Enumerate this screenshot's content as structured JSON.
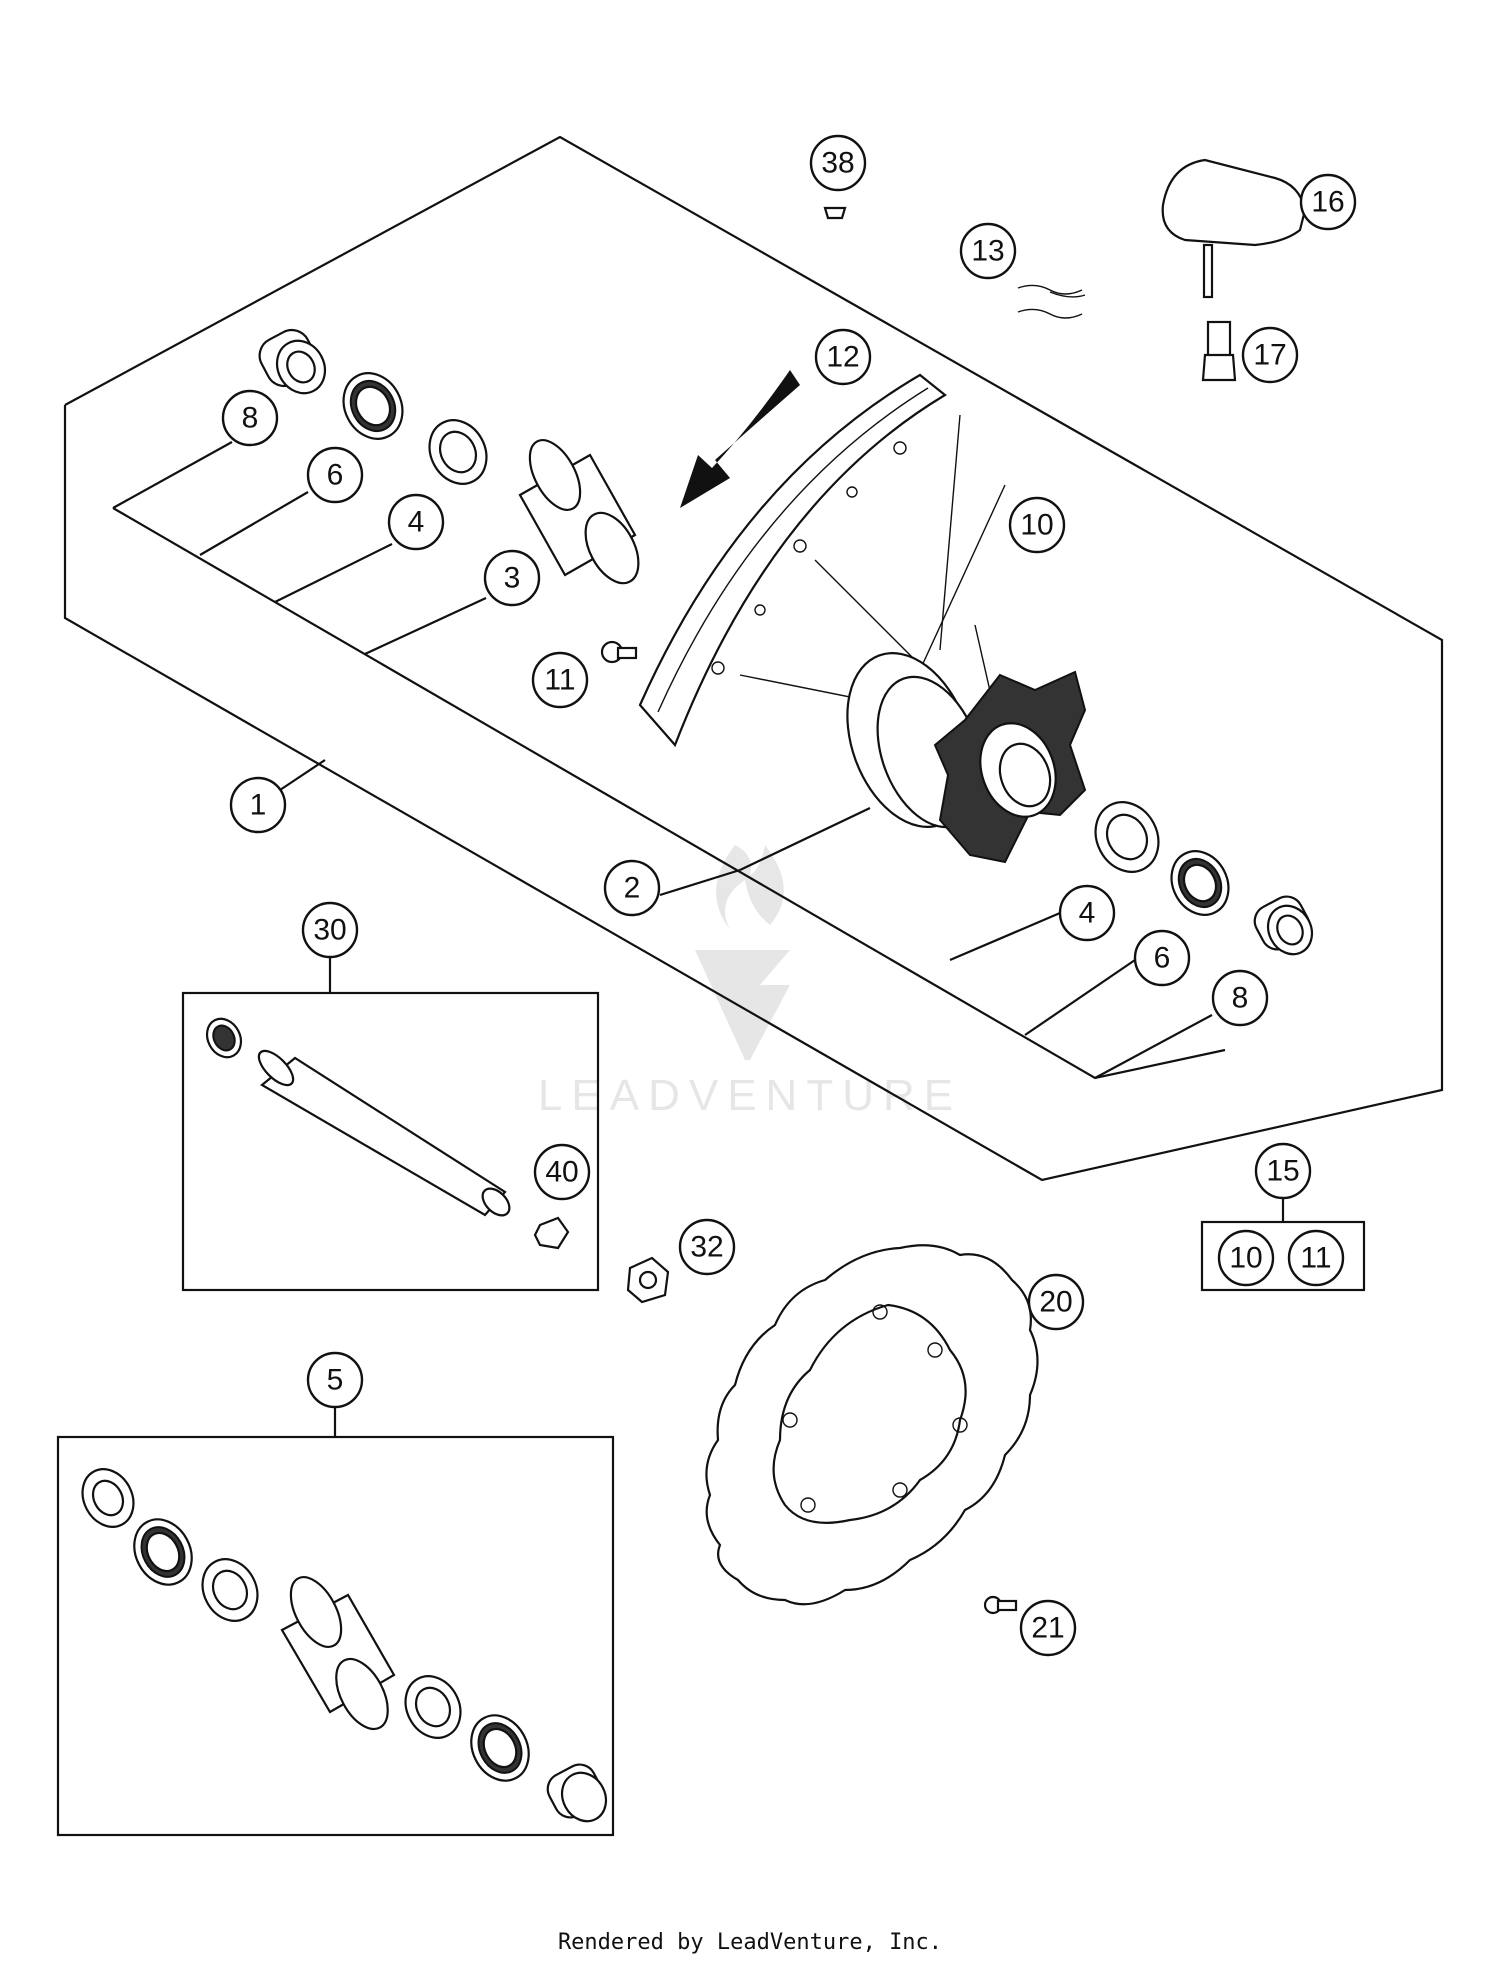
{
  "watermark": {
    "brand": "LEADVENTURE"
  },
  "footer": {
    "text": "Rendered by LeadVenture, Inc."
  },
  "callouts": [
    {
      "id": "c1",
      "label": "1"
    },
    {
      "id": "c2",
      "label": "2"
    },
    {
      "id": "c3",
      "label": "3"
    },
    {
      "id": "c4a",
      "label": "4"
    },
    {
      "id": "c4b",
      "label": "4"
    },
    {
      "id": "c5",
      "label": "5"
    },
    {
      "id": "c6a",
      "label": "6"
    },
    {
      "id": "c6b",
      "label": "6"
    },
    {
      "id": "c8a",
      "label": "8"
    },
    {
      "id": "c8b",
      "label": "8"
    },
    {
      "id": "c10a",
      "label": "10"
    },
    {
      "id": "c10b",
      "label": "10"
    },
    {
      "id": "c11a",
      "label": "11"
    },
    {
      "id": "c11b",
      "label": "11"
    },
    {
      "id": "c12",
      "label": "12"
    },
    {
      "id": "c13",
      "label": "13"
    },
    {
      "id": "c15",
      "label": "15"
    },
    {
      "id": "c16",
      "label": "16"
    },
    {
      "id": "c17",
      "label": "17"
    },
    {
      "id": "c20",
      "label": "20"
    },
    {
      "id": "c21",
      "label": "21"
    },
    {
      "id": "c30",
      "label": "30"
    },
    {
      "id": "c32",
      "label": "32"
    },
    {
      "id": "c38",
      "label": "38"
    },
    {
      "id": "c40",
      "label": "40"
    }
  ]
}
